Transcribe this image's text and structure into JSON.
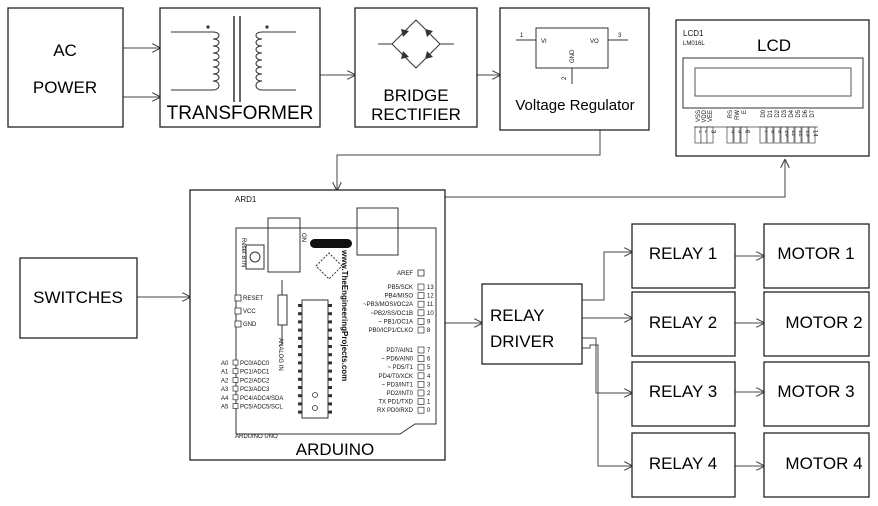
{
  "blocks": {
    "ac_power": [
      "AC",
      "POWER"
    ],
    "transformer": "TRANSFORMER",
    "bridge_rectifier": [
      "BRIDGE",
      "RECTIFIER"
    ],
    "voltage_regulator": "Voltage Regulator",
    "lcd": "LCD",
    "switches": "SWITCHES",
    "arduino": "ARDUINO",
    "relay_driver": [
      "RELAY",
      "DRIVER"
    ],
    "relays": [
      "RELAY 1",
      "RELAY 2",
      "RELAY 3",
      "RELAY 4"
    ],
    "motors": [
      "MOTOR 1",
      "MOTOR 2",
      "MOTOR 3",
      "MOTOR 4"
    ]
  },
  "regulator": {
    "pin_vi": "VI",
    "pin_vo": "VO",
    "pin_gnd": "GND",
    "pin_1": "1",
    "pin_2": "2",
    "pin_3": "3"
  },
  "lcd_part": {
    "ref": "LCD1",
    "model": "LM016L",
    "pins": [
      "VSS",
      "VDD",
      "VEE",
      "RS",
      "RW",
      "E",
      "D0",
      "D1",
      "D2",
      "D3",
      "D4",
      "D5",
      "D6",
      "D7"
    ],
    "pin_numbers": [
      "1",
      "2",
      "3",
      "4",
      "5",
      "6",
      "7",
      "8",
      "9",
      "10",
      "11",
      "12",
      "13",
      "14"
    ]
  },
  "arduino_board": {
    "ref": "ARD1",
    "reset_btn": "Reset BTN",
    "on_label": "ON",
    "website": "www.TheEngineeringProjects.com",
    "model": "ARDUINO UNO",
    "analog_in": "ANALOG IN",
    "power_pins": [
      "RESET",
      "VCC",
      "GND"
    ],
    "analog_pins": [
      {
        "a": "A0",
        "name": "PC0/ADC0"
      },
      {
        "a": "A1",
        "name": "PC1/ADC1"
      },
      {
        "a": "A2",
        "name": "PC2/ADC2"
      },
      {
        "a": "A3",
        "name": "PC3/ADC3"
      },
      {
        "a": "A4",
        "name": "PC4/ADC4/SDA"
      },
      {
        "a": "A5",
        "name": "PC5/ADC5/SCL"
      }
    ],
    "aref": "AREF",
    "digital_high": [
      {
        "num": "13",
        "name": "PB5/SCK"
      },
      {
        "num": "12",
        "name": "PB4/MISO"
      },
      {
        "num": "11",
        "name": "~PB3/MOSI/OC2A"
      },
      {
        "num": "10",
        "name": "~PB2/SS/OC1B"
      },
      {
        "num": "9",
        "name": "~ PB1/OC1A"
      },
      {
        "num": "8",
        "name": "PB0/ICP1/CLKO"
      }
    ],
    "digital_low": [
      {
        "num": "7",
        "name": "PD7/AIN1"
      },
      {
        "num": "6",
        "name": "~ PD6/AIN0"
      },
      {
        "num": "5",
        "name": "~ PD5/T1"
      },
      {
        "num": "4",
        "name": "PD4/T0/XCK"
      },
      {
        "num": "3",
        "name": "~ PD3/INT1"
      },
      {
        "num": "2",
        "name": "PD2/INT0"
      },
      {
        "num": "1",
        "name": "TX PD1/TXD"
      },
      {
        "num": "0",
        "name": "RX PD0/RXD"
      }
    ]
  }
}
